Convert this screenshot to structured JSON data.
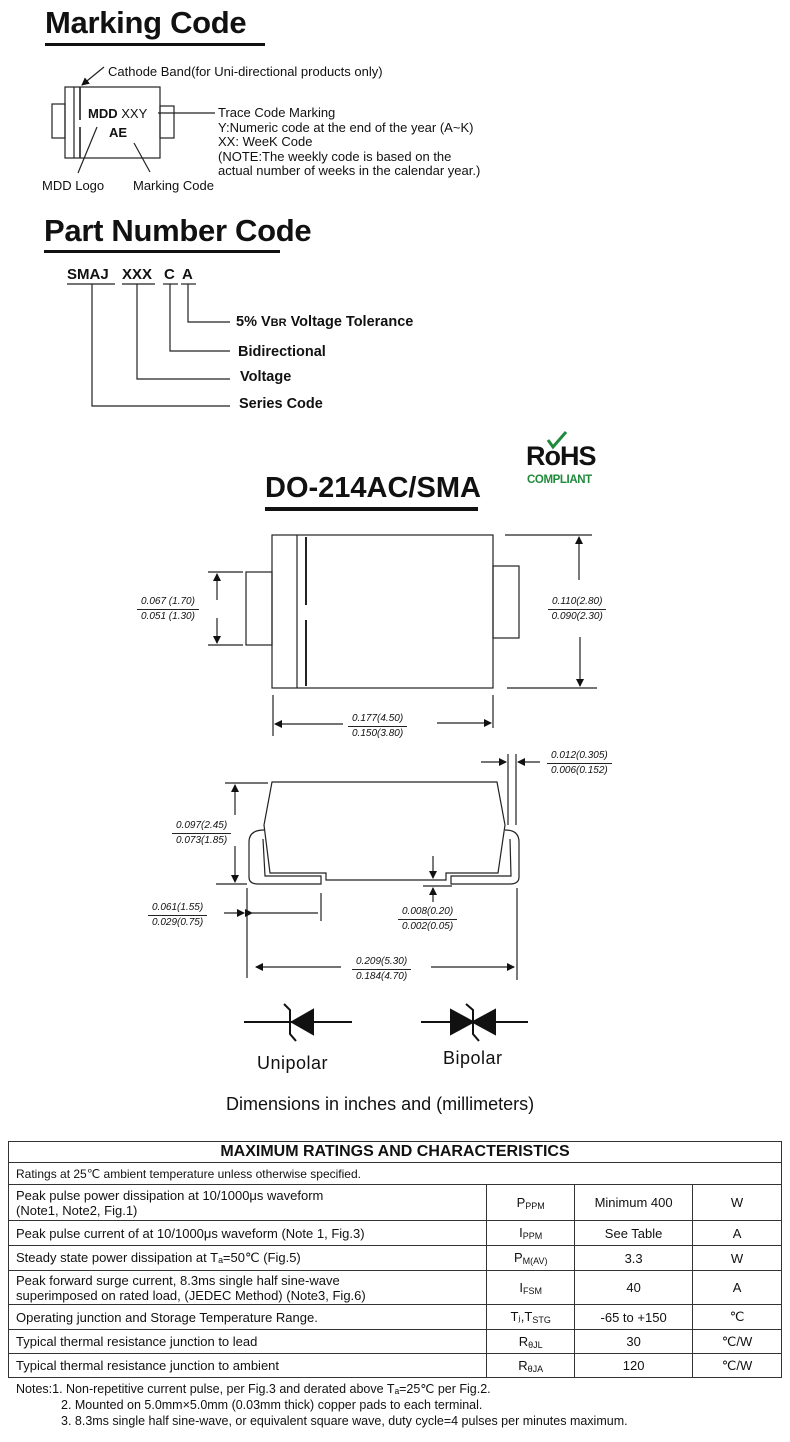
{
  "marking": {
    "heading": "Marking Code",
    "cathode_label": "Cathode Band(for Uni-directional products only)",
    "body_line1_bold": "MDD",
    "body_line1": "XXY",
    "body_line2": "AE",
    "trace_lines": [
      "Trace Code Marking",
      "Y:Numeric code at the end of the year (A~K)",
      "XX: WeeK Code",
      "(NOTE:The weekly code is based on the",
      "actual number of weeks in the calendar year.)"
    ],
    "logo_label": "MDD Logo",
    "code_label": "Marking Code"
  },
  "part_number": {
    "heading": "Part Number Code",
    "parts": [
      "SMAJ",
      "XXX",
      "C",
      "A"
    ],
    "legend": {
      "tolerance_prefix": "5% V",
      "tolerance_sub": "BR",
      "tolerance_suffix": " Voltage Tolerance",
      "bidirectional": "Bidirectional",
      "voltage": "Voltage",
      "series": "Series Code"
    }
  },
  "package": {
    "heading": "DO-214AC/SMA",
    "rohs_word": "RoHS",
    "rohs_sub": "COMPLIANT",
    "rohs_color": "#1f8a3c",
    "dims": {
      "lead_width": [
        "0.067 (1.70)",
        "0.051 (1.30)"
      ],
      "body_width": [
        "0.110(2.80)",
        "0.090(2.30)"
      ],
      "body_length": [
        "0.177(4.50)",
        "0.150(3.80)"
      ],
      "lead_thickness": [
        "0.012(0.305)",
        "0.006(0.152)"
      ],
      "height": [
        "0.097(2.45)",
        "0.073(1.85)"
      ],
      "lead_length": [
        "0.061(1.55)",
        "0.029(0.75)"
      ],
      "standoff": [
        "0.008(0.20)",
        "0.002(0.05)"
      ],
      "overall_length": [
        "0.209(5.30)",
        "0.184(4.70)"
      ]
    },
    "unipolar_label": "Unipolar",
    "bipolar_label": "Bipolar",
    "dims_caption": "Dimensions in inches and (millimeters)"
  },
  "ratings": {
    "title": "MAXIMUM RATINGS AND CHARACTERISTICS",
    "subtitle": "Ratings at 25℃  ambient temperature unless otherwise specified.",
    "rows": [
      {
        "param1": "Peak pulse power dissipation at 10/1000μs waveform",
        "param2": "(Note1, Note2, Fig.1)",
        "sym": "P",
        "sym_sub": "PPM",
        "value": "Minimum 400",
        "unit": "W"
      },
      {
        "param1": "Peak pulse current of at 10/1000μs waveform (Note 1, Fig.3)",
        "param2": "",
        "sym": "I",
        "sym_sub": "PPM",
        "value": "See Table",
        "unit": "A"
      },
      {
        "param1": "Steady state power dissipation at Tₐ=50℃ (Fig.5)",
        "param2": "",
        "sym": "P",
        "sym_sub": "M(AV)",
        "value": "3.3",
        "unit": "W"
      },
      {
        "param1": "Peak forward surge current, 8.3ms single half sine-wave",
        "param2": "superimposed on rated load, (JEDEC Method) (Note3, Fig.6)",
        "sym": "I",
        "sym_sub": "FSM",
        "value": "40",
        "unit": "A"
      },
      {
        "param1": "Operating junction and Storage Temperature Range.",
        "param2": "",
        "sym": "Tⱼ,T",
        "sym_sub": "STG",
        "value": "-65 to +150",
        "unit": "℃"
      },
      {
        "param1": "Typical thermal resistance junction to lead",
        "param2": "",
        "sym": "R",
        "sym_sub": "θJL",
        "value": "30",
        "unit": "℃/W"
      },
      {
        "param1": "Typical thermal resistance junction to ambient",
        "param2": "",
        "sym": "R",
        "sym_sub": "θJA",
        "value": "120",
        "unit": "℃/W"
      }
    ],
    "notes": [
      "Notes:1. Non-repetitive current pulse, per Fig.3 and derated above Tₐ=25℃  per Fig.2.",
      "2. Mounted on 5.0mm×5.0mm (0.03mm thick) copper pads to each terminal.",
      "3. 8.3ms single half sine-wave, or equivalent square wave, duty cycle=4 pulses per minutes maximum."
    ]
  }
}
